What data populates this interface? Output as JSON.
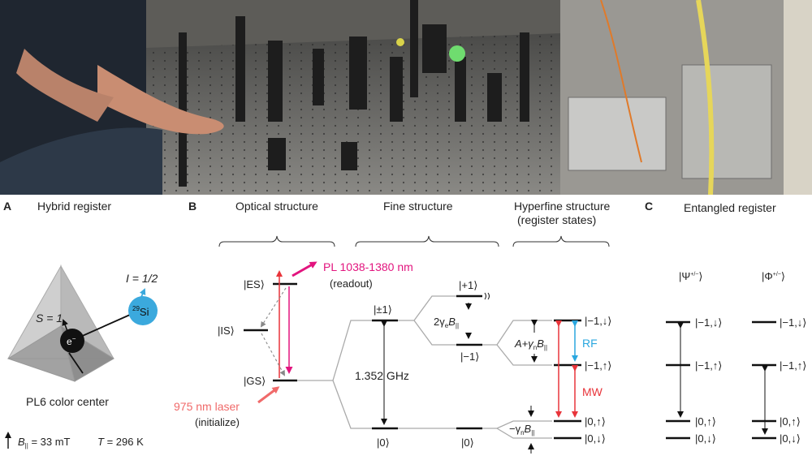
{
  "photo": {
    "description": ""
  },
  "panels": {
    "a": {
      "letter": "A",
      "title": "Hybrid register",
      "spin_s": "S = 1",
      "electron": "e",
      "electron_sup": "−",
      "nuclear_spin": "I = 1/2",
      "isotope_sup": "29",
      "isotope": "Si",
      "caption": "PL6 color center",
      "field": "B",
      "field_sub": "||",
      "field_value": " = 33 mT",
      "temp": "T",
      "temp_value": " = 296 K"
    },
    "b": {
      "letter": "B",
      "optical_title": "Optical structure",
      "fine_title": "Fine structure",
      "hyperfine_title": "Hyperfine structure",
      "hyperfine_subtitle": "(register states)",
      "es": "|ES⟩",
      "is": "|IS⟩",
      "gs": "|GS⟩",
      "pl": "PL 1038-1380 nm",
      "readout": "(readout)",
      "laser": "975 nm laser",
      "initialize": "(initialize)",
      "pm1": "|±1⟩",
      "zero": "|0⟩",
      "gap": "1.352 GHz",
      "plus1": "|+1⟩",
      "minus1": "|−1⟩",
      "zero_fine": "|0⟩",
      "split_fine": "2γ",
      "split_fine_sub_e": "e",
      "split_fine_B": "B",
      "split_fine_par": "||",
      "hf_m1_down": "|−1,↓⟩",
      "hf_m1_up": "|−1,↑⟩",
      "hf_0_up": "|0,↑⟩",
      "hf_0_down": "|0,↓⟩",
      "hf_split_A": "A+γ",
      "hf_sub_n": "n",
      "hf_B": "B",
      "hf_par": "||",
      "hf_split_zero": "−γ",
      "rf": "RF",
      "mw": "MW"
    },
    "c": {
      "letter": "C",
      "title": "Entangled register",
      "psi": "|Ψ",
      "psi_sup": "+/−",
      "phi": "|Φ",
      "phi_sup": "+/−",
      "ket_end": "⟩",
      "m1_down": "|−1,↓⟩",
      "m1_up": "|−1,↑⟩",
      "z_up": "|0,↑⟩",
      "z_down": "|0,↓⟩"
    }
  },
  "colors": {
    "red": "#e8343a",
    "magenta": "#e2147e",
    "blue": "#2aa7df",
    "salmon": "#f06a6a",
    "spin_blue": "#3ba9dd"
  }
}
